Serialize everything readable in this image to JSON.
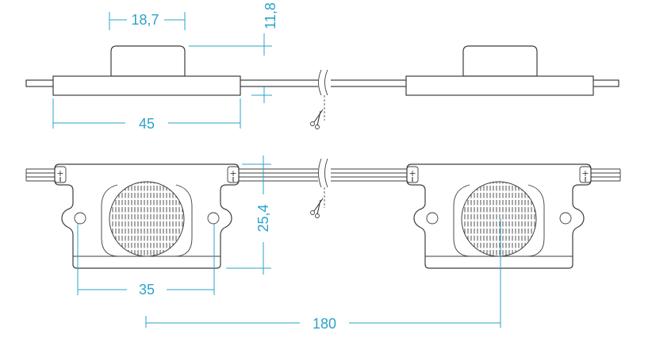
{
  "dimensions": {
    "dome_width": "18,7",
    "height": "11,8",
    "module_length": "45",
    "module_height": "25,4",
    "hole_spacing": "35",
    "pitch": "180"
  },
  "colors": {
    "dimension": "#2ba3c9",
    "outline": "#3c3c3c",
    "background": "#ffffff"
  },
  "icons": {
    "cut_marker": "scissors-icon",
    "break_symbol": "wire-break-icon",
    "terminal": "plus-terminal-icon"
  }
}
